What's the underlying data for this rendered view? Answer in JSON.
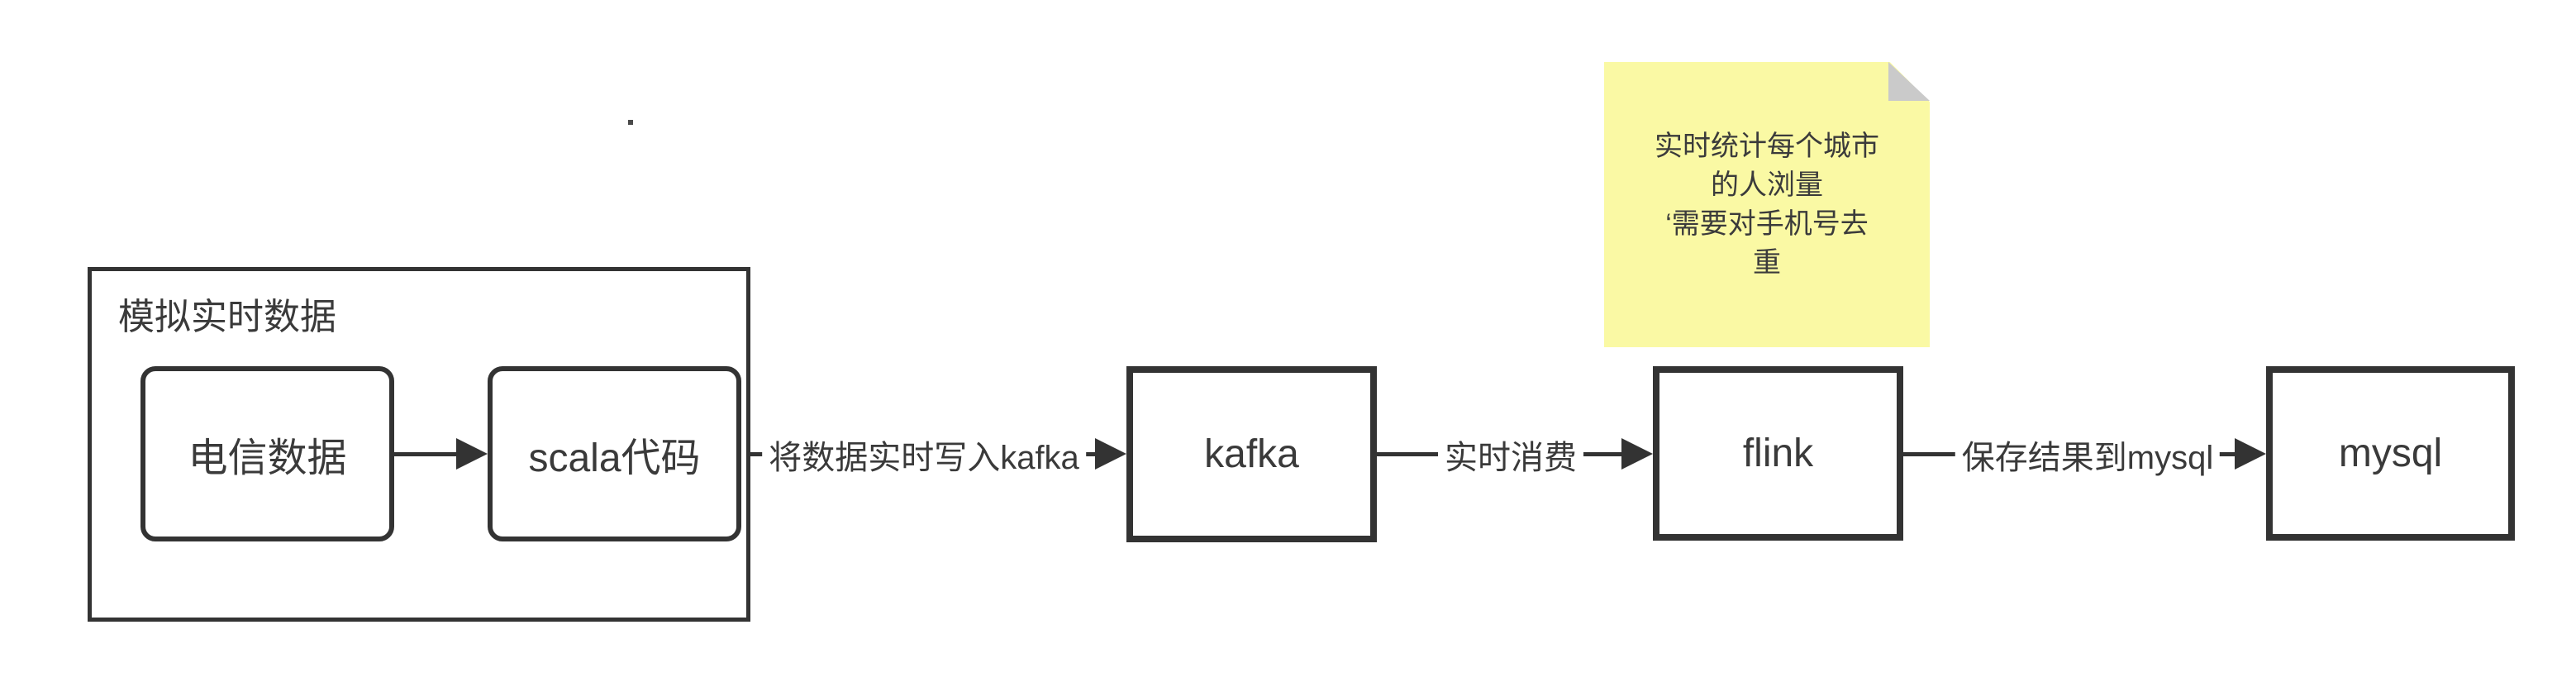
{
  "group": {
    "label": "模拟实时数据"
  },
  "nodes": {
    "telecom": {
      "label": "电信数据"
    },
    "scala": {
      "label": "scala代码"
    },
    "kafka": {
      "label": "kafka"
    },
    "flink": {
      "label": "flink"
    },
    "mysql": {
      "label": "mysql"
    }
  },
  "edges": {
    "scala_to_kafka": {
      "label": "将数据实时写入kafka"
    },
    "kafka_to_flink": {
      "label": "实时消费"
    },
    "flink_to_mysql": {
      "label": "保存结果到mysql"
    }
  },
  "note": {
    "lines": [
      "实时统计每个城市",
      "的人浏量",
      "‘需要对手机号去",
      "重"
    ]
  },
  "colors": {
    "stroke": "#333333",
    "text": "#3a3a3a",
    "note_background": "#faf9a4",
    "note_fold": "#cacaca",
    "canvas_background": "#ffffff"
  }
}
